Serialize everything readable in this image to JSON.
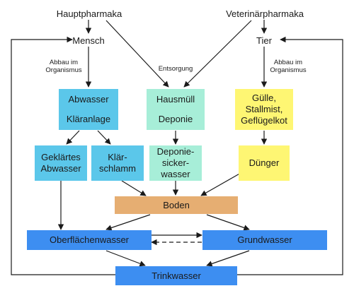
{
  "colors": {
    "cyan": "#5bc7ea",
    "mint": "#a7eed8",
    "yellow": "#fef673",
    "orange": "#e6ae72",
    "blue": "#3d8ef1",
    "line": "#1a1a1a"
  },
  "sources": {
    "human_drugs": "Hauptpharmaka",
    "vet_drugs": "Veterinärpharmaka"
  },
  "receivers": {
    "human": "Mensch",
    "animal": "Tier"
  },
  "edge_labels": {
    "human_metabolism": "Abbau im\nOrganismus",
    "disposal": "Entsorgung",
    "animal_metabolism": "Abbau im\nOrganismus"
  },
  "nodes": {
    "abwasser_top": "Abwasser",
    "klaeranlage": "Kläranlage",
    "hausmuell": "Hausmüll",
    "deponie": "Deponie",
    "guelle": "Gülle,\nStallmist,\nGeflügelkot",
    "geklaertes": "Geklärtes\nAbwasser",
    "klaerschlamm": "Klär-\nschlamm",
    "sickerwasser": "Deponie-\nsicker-\nwasser",
    "duenger": "Dünger",
    "boden": "Boden",
    "oberflaechenwasser": "Oberflächenwasser",
    "grundwasser": "Grundwasser",
    "trinkwasser": "Trinkwasser"
  }
}
